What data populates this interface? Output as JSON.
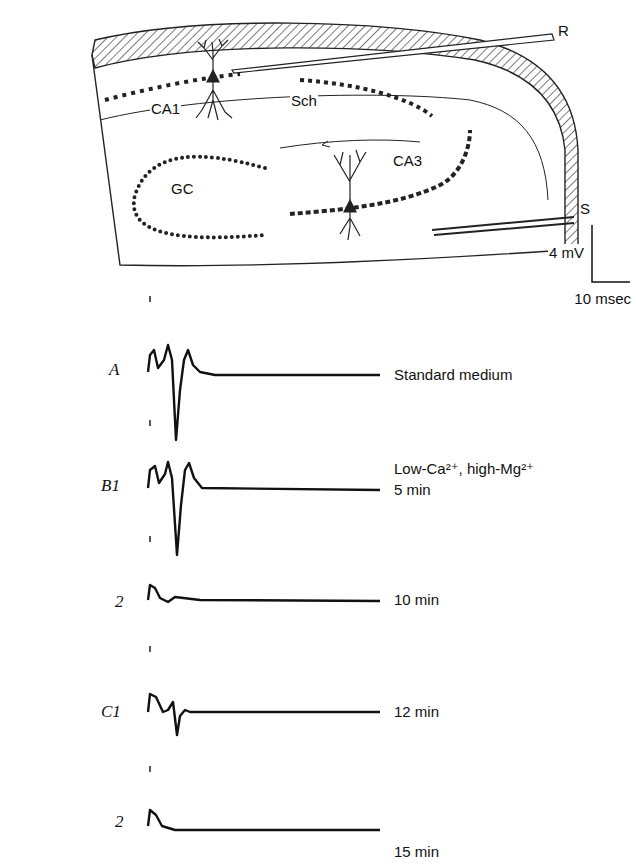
{
  "diagram": {
    "labels": [
      "CA1",
      "Sch",
      "R",
      "GC",
      "CA3",
      "S",
      "4 mV",
      "10 msec",
      "A",
      "Standard medium",
      "B1",
      "Low-Ca²⁺, high-Mg²⁺",
      "5 min",
      "2",
      "10 min",
      "C1",
      "12 min",
      "2",
      "15 min"
    ]
  }
}
